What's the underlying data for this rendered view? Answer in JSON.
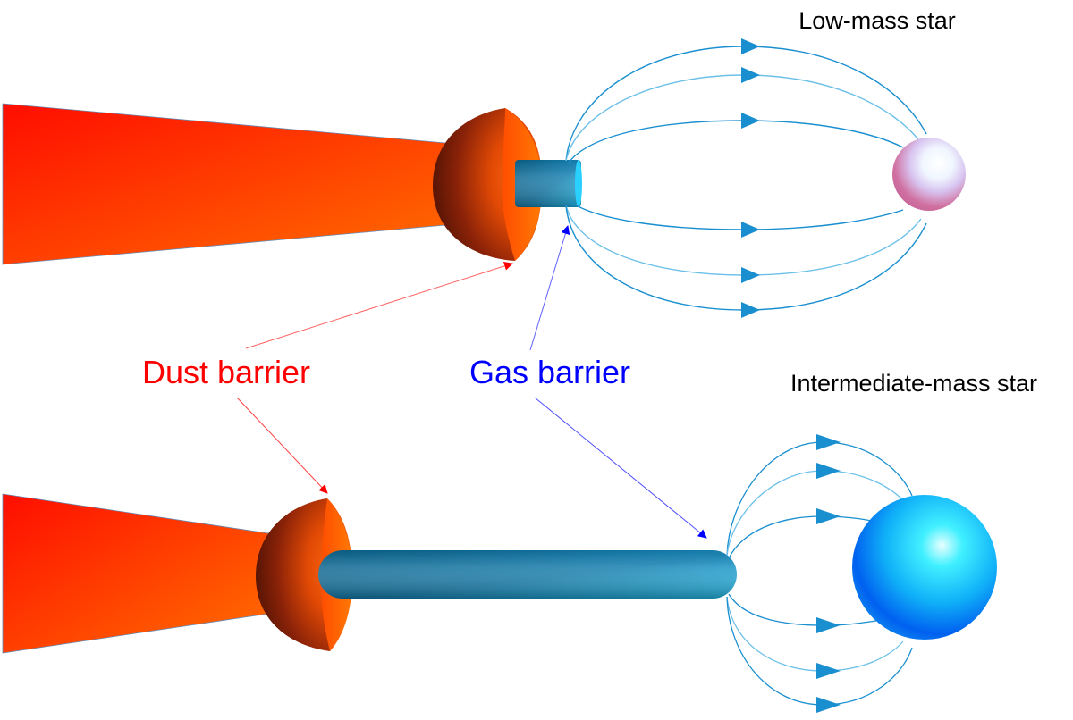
{
  "labels": {
    "low_mass_star": "Low-mass star",
    "intermediate_mass_star": "Intermediate-mass star",
    "dust_barrier": "Dust barrier",
    "gas_barrier": "Gas barrier"
  },
  "colors": {
    "dust_label": "#ff0000",
    "gas_label": "#0000ff",
    "field_line": "#1a8fd0",
    "field_line_light": "#6cc0e8",
    "arrowhead": "#1a8fd0",
    "disk_start": "#ff1000",
    "disk_end": "#ff6a00",
    "low_mass_star": "#d06aa0",
    "intermediate_mass_star": "#0a6cf0"
  },
  "panels": [
    {
      "name": "low-mass",
      "gas_barrier": "short",
      "field_lines_per_side": 3
    },
    {
      "name": "intermediate-mass",
      "gas_barrier": "long",
      "field_lines_per_side": 3
    }
  ]
}
